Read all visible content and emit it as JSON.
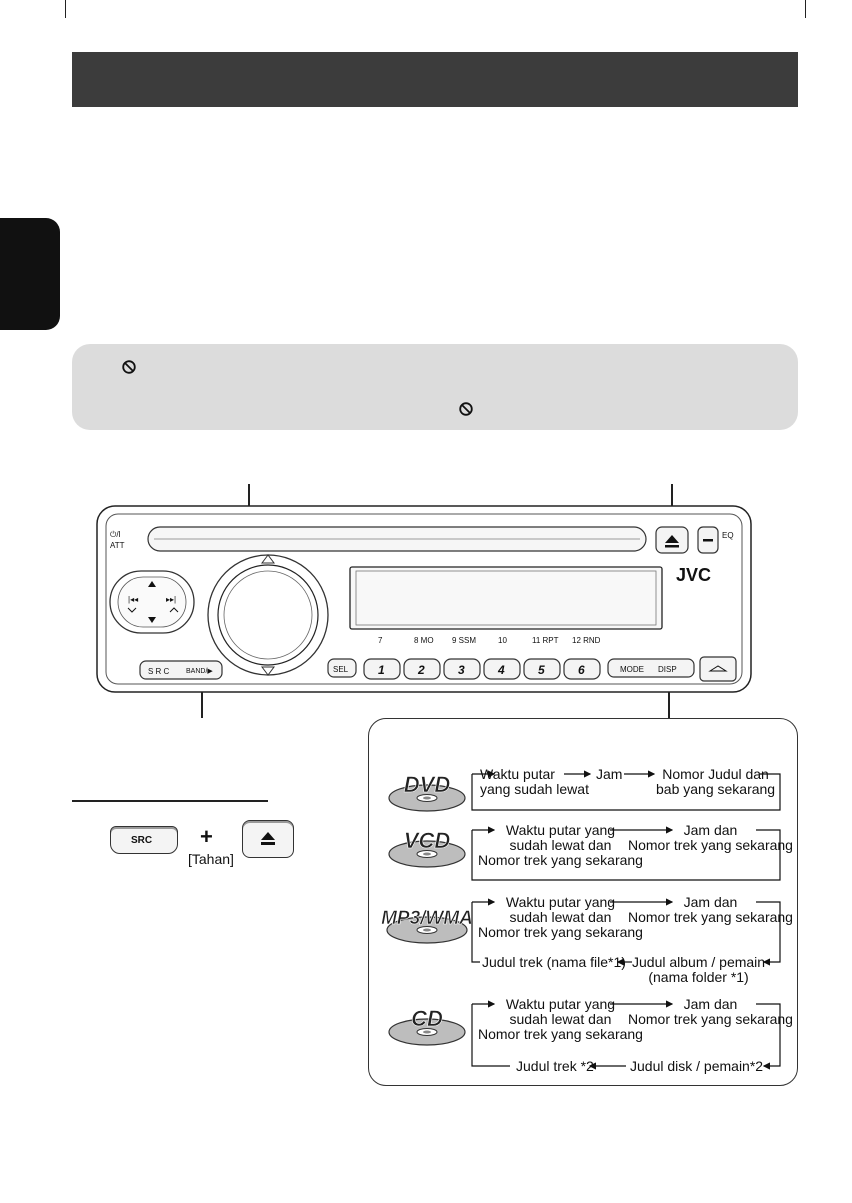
{
  "page": {
    "brand_logo": "JVC"
  },
  "radio_panel": {
    "power_label": "⏻/I\nATT",
    "eq_label": "EQ",
    "src_label": "SRC",
    "band_label": "BAND/▶",
    "sel_label": "SEL",
    "mode_label": "MODE",
    "disp_label": "DISP",
    "preset_keys": [
      "1",
      "2",
      "3",
      "4",
      "5",
      "6"
    ],
    "preset_sub": [
      "7",
      "8 MO",
      "9 SSM",
      "10",
      "11 RPT",
      "12 RND"
    ]
  },
  "combo": {
    "key1": "SRC",
    "plus": "+",
    "hold_label": "[Tahan]"
  },
  "display_sequences": [
    {
      "disc_label": "DVD",
      "steps": [
        "Waktu putar\nyang sudah lewat",
        "Jam",
        "Nomor Judul dan\nbab yang sekarang"
      ]
    },
    {
      "disc_label": "VCD",
      "steps": [
        "Waktu putar yang\nsudah lewat dan\nNomor trek yang sekarang",
        "Jam dan\nNomor trek yang sekarang"
      ]
    },
    {
      "disc_label": "MP3/WMA",
      "steps": [
        "Waktu putar yang\nsudah lewat dan\nNomor trek yang sekarang",
        "Jam dan\nNomor trek yang sekarang",
        "Judul album / pemain\n(nama folder *1)",
        "Judul trek (nama file*1)"
      ]
    },
    {
      "disc_label": "CD",
      "steps": [
        "Waktu putar yang\nsudah lewat dan\nNomor trek yang sekarang",
        "Jam dan\nNomor trek yang sekarang",
        "Judul disk / pemain*2",
        "Judul trek *2"
      ]
    }
  ],
  "colors": {
    "header": "#3c3c3c",
    "caution_bg": "#dcdcdc",
    "side_tab": "#111111"
  }
}
